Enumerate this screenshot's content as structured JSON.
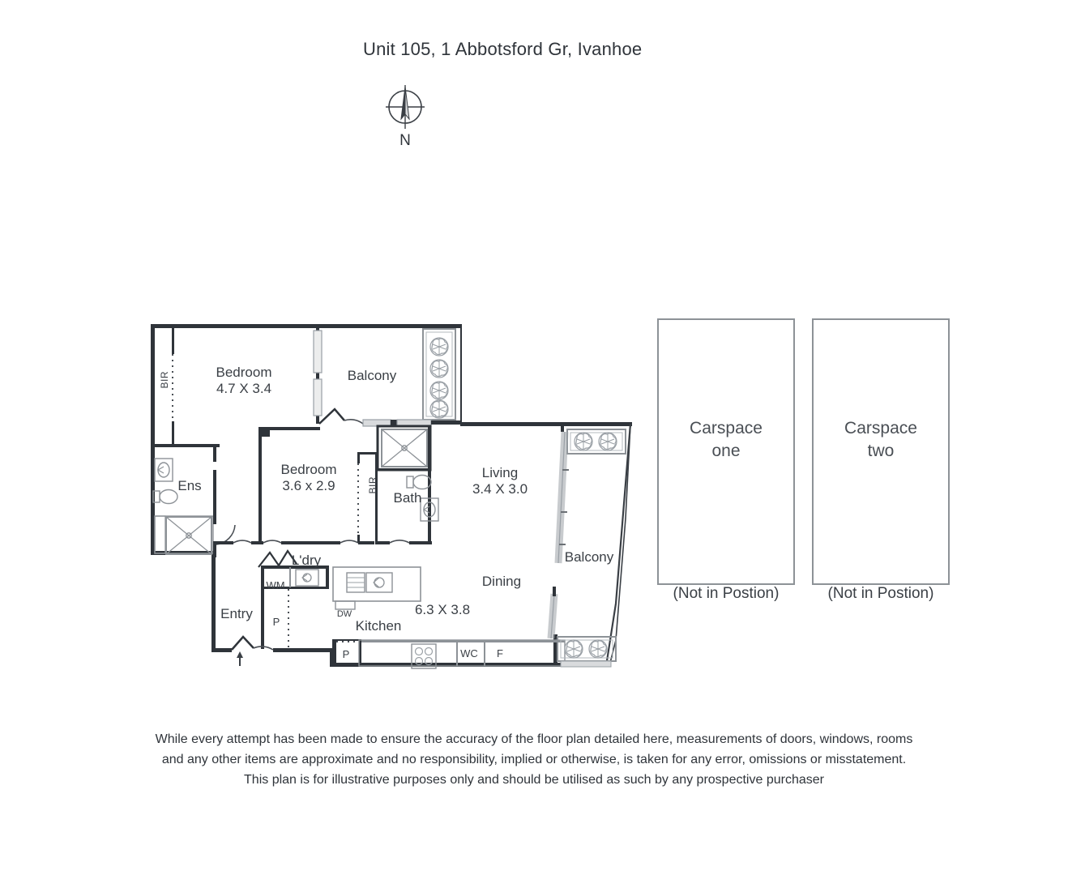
{
  "title": "Unit 105, 1 Abbotsford Gr, Ivanhoe",
  "compass": {
    "label": "N",
    "icon": "compass-rose-icon"
  },
  "rooms": [
    {
      "key": "bedroom1",
      "name": "Bedroom",
      "dimensions": "4.7 X 3.4"
    },
    {
      "key": "bedroom2",
      "name": "Bedroom",
      "dimensions": "3.6 x 2.9"
    },
    {
      "key": "living",
      "name": "Living",
      "dimensions": "3.4 X 3.0"
    },
    {
      "key": "dining",
      "name": "Dining",
      "dimensions": "6.3 X 3.8"
    },
    {
      "key": "kitchen",
      "name": "Kitchen",
      "dimensions": ""
    },
    {
      "key": "ens",
      "name": "Ens",
      "dimensions": ""
    },
    {
      "key": "bath",
      "name": "Bath",
      "dimensions": ""
    },
    {
      "key": "laundry",
      "name": "L'dry",
      "dimensions": ""
    },
    {
      "key": "entry",
      "name": "Entry",
      "dimensions": ""
    },
    {
      "key": "balcony_north",
      "name": "Balcony",
      "dimensions": ""
    },
    {
      "key": "balcony_east",
      "name": "Balcony",
      "dimensions": ""
    }
  ],
  "labels": {
    "bedroom1_name": "Bedroom",
    "bedroom1_dims": "4.7 X 3.4",
    "bedroom2_name": "Bedroom",
    "bedroom2_dims": "3.6 x 2.9",
    "living_name": "Living",
    "living_dims": "3.4 X 3.0",
    "dining_name": "Dining",
    "dining_dims": "6.3 X 3.8",
    "kitchen_name": "Kitchen",
    "ens_name": "Ens",
    "bath_name": "Bath",
    "laundry_name": "L'dry",
    "entry_name": "Entry",
    "balcony_north": "Balcony",
    "balcony_east": "Balcony",
    "bir_1": "BIR",
    "bir_2": "BIR",
    "wm": "WM",
    "dw": "DW",
    "pantry_1": "P",
    "pantry_2": "P",
    "wc": "WC",
    "fridge": "F"
  },
  "carspaces": [
    {
      "name": "Carspace",
      "number": "one",
      "note": "(Not in Postion)"
    },
    {
      "name": "Carspace",
      "number": "two",
      "note": "(Not in Postion)"
    }
  ],
  "disclaimer": {
    "line1": "While every attempt has been made to ensure the accuracy of the floor plan detailed here, measurements of doors, windows, rooms",
    "line2": "and any other items are approximate and no responsibility, implied or otherwise, is taken for any error, omissions or misstatement.",
    "line3": "This plan is for illustrative purposes only and should be utilised as such by any prospective purchaser"
  },
  "colors": {
    "wall": "#2f343a",
    "fixture": "#8d9297",
    "text": "#3a3f45",
    "background": "#ffffff",
    "carspace_border": "#8d9297"
  }
}
